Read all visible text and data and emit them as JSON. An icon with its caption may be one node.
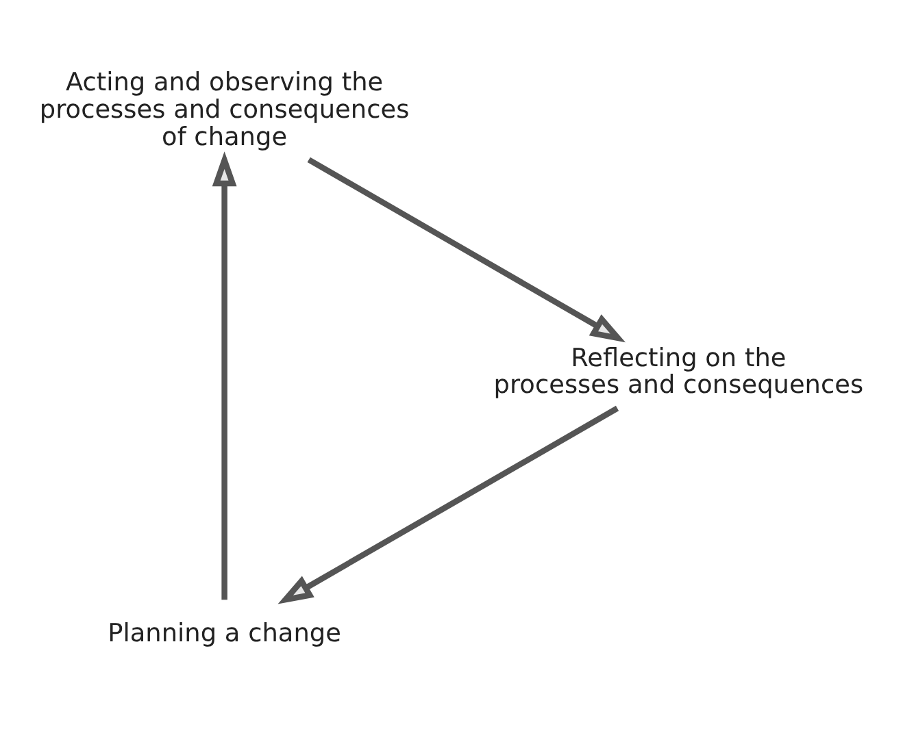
{
  "diagram": {
    "nodes": [
      {
        "text": [
          "Planning a change"
        ]
      },
      {
        "text": [
          "Acting and observing the processes and consequences of change"
        ]
      },
      {
        "text": [
          "Reflecting on the processes and consequences"
        ]
      }
    ],
    "edges": [
      {
        "from": 0,
        "to": 1,
        "arrow": "to"
      },
      {
        "from": 1,
        "to": 2,
        "arrow": "to"
      },
      {
        "from": 2,
        "to": 0,
        "arrow": "to"
      }
    ]
  }
}
